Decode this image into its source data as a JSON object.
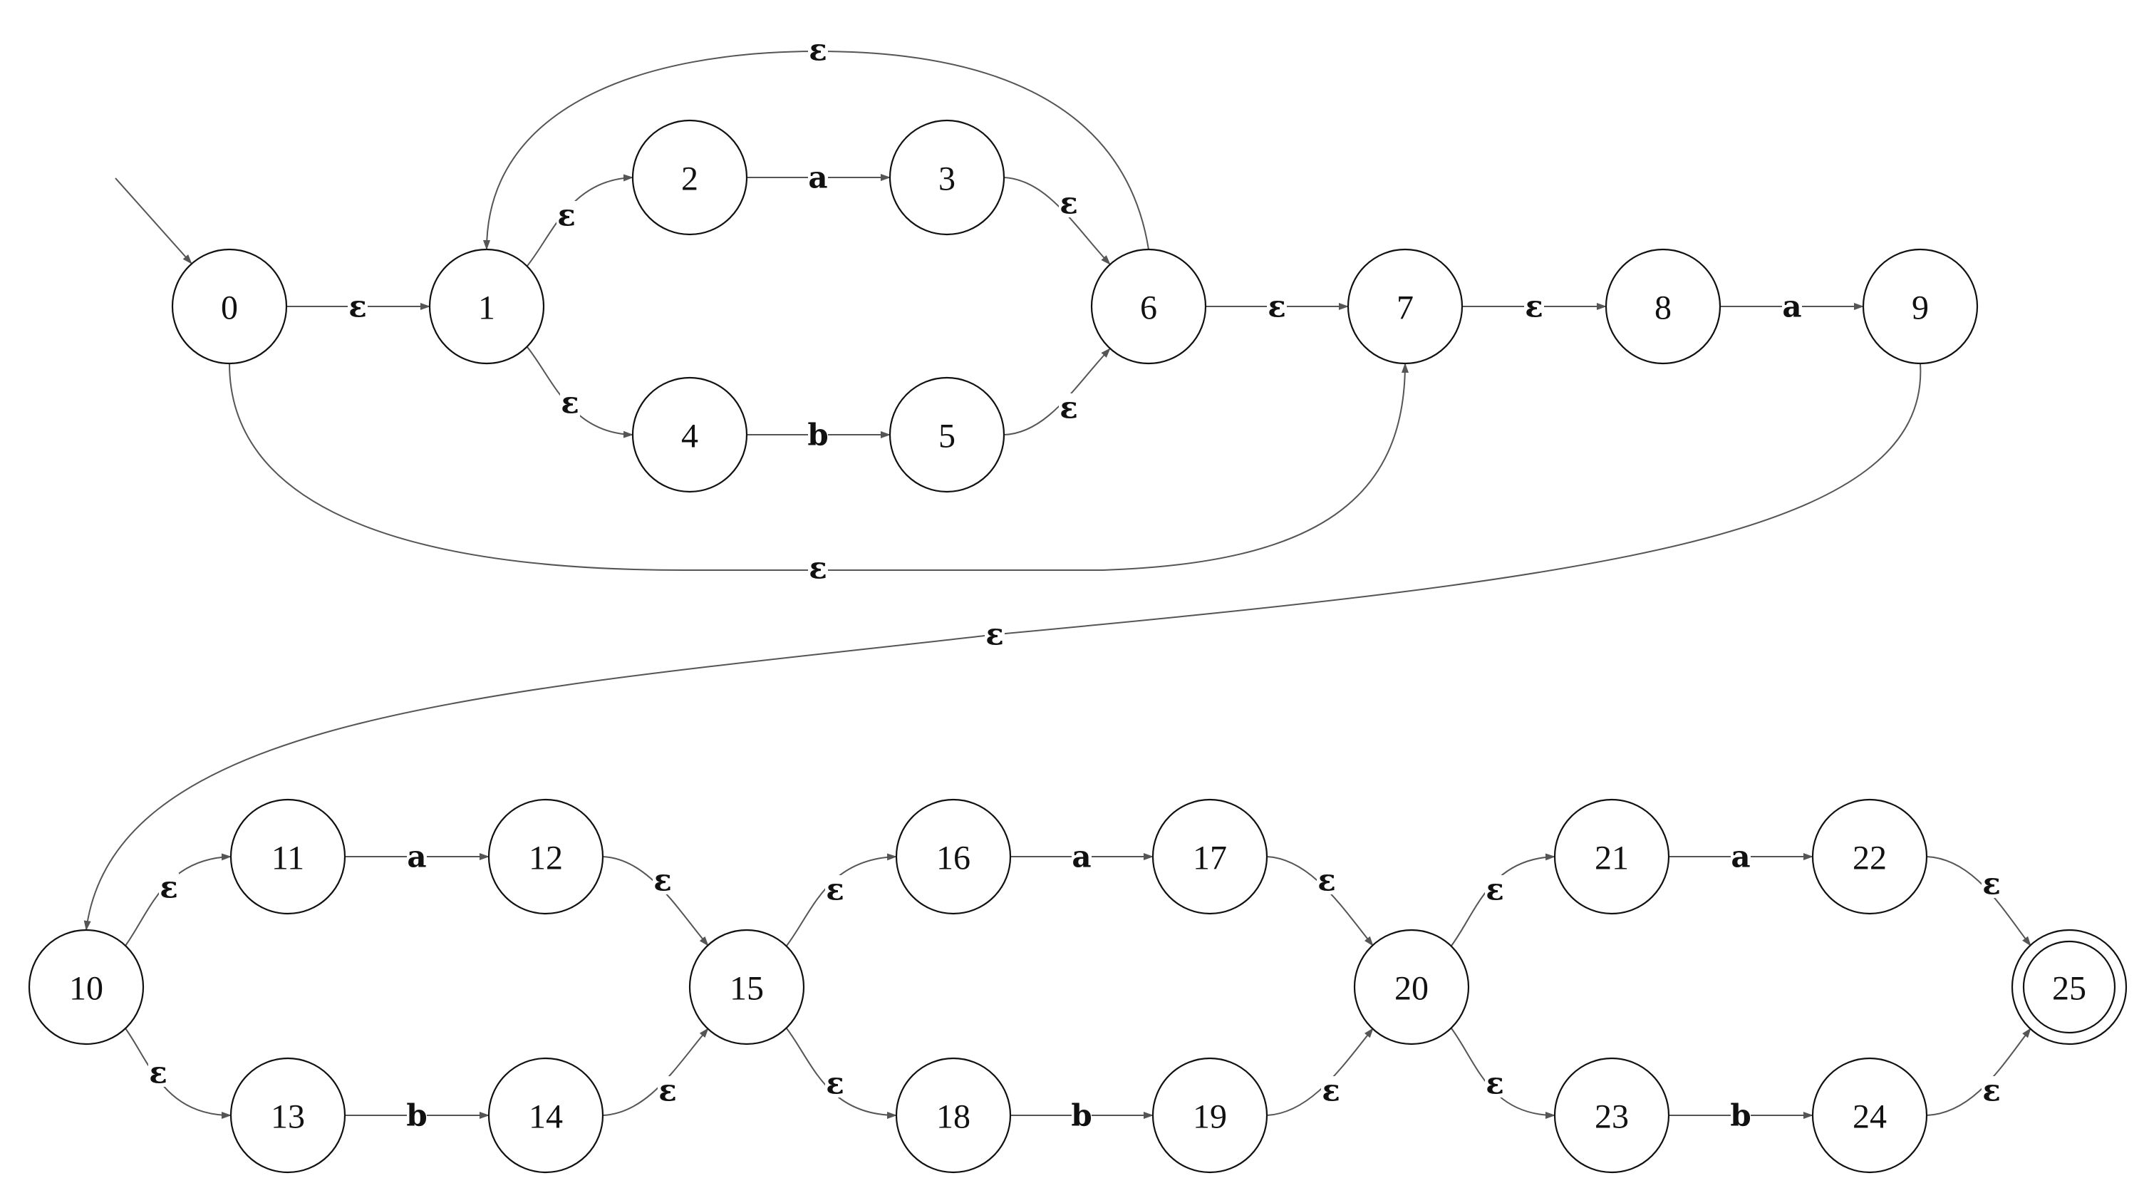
{
  "nfa": {
    "states": [
      {
        "id": "0",
        "label": "0",
        "accepting": false
      },
      {
        "id": "1",
        "label": "1",
        "accepting": false
      },
      {
        "id": "2",
        "label": "2",
        "accepting": false
      },
      {
        "id": "3",
        "label": "3",
        "accepting": false
      },
      {
        "id": "4",
        "label": "4",
        "accepting": false
      },
      {
        "id": "5",
        "label": "5",
        "accepting": false
      },
      {
        "id": "6",
        "label": "6",
        "accepting": false
      },
      {
        "id": "7",
        "label": "7",
        "accepting": false
      },
      {
        "id": "8",
        "label": "8",
        "accepting": false
      },
      {
        "id": "9",
        "label": "9",
        "accepting": false
      },
      {
        "id": "10",
        "label": "10",
        "accepting": false
      },
      {
        "id": "11",
        "label": "11",
        "accepting": false
      },
      {
        "id": "12",
        "label": "12",
        "accepting": false
      },
      {
        "id": "13",
        "label": "13",
        "accepting": false
      },
      {
        "id": "14",
        "label": "14",
        "accepting": false
      },
      {
        "id": "15",
        "label": "15",
        "accepting": false
      },
      {
        "id": "16",
        "label": "16",
        "accepting": false
      },
      {
        "id": "17",
        "label": "17",
        "accepting": false
      },
      {
        "id": "18",
        "label": "18",
        "accepting": false
      },
      {
        "id": "19",
        "label": "19",
        "accepting": false
      },
      {
        "id": "20",
        "label": "20",
        "accepting": false
      },
      {
        "id": "21",
        "label": "21",
        "accepting": false
      },
      {
        "id": "22",
        "label": "22",
        "accepting": false
      },
      {
        "id": "23",
        "label": "23",
        "accepting": false
      },
      {
        "id": "24",
        "label": "24",
        "accepting": false
      },
      {
        "id": "25",
        "label": "25",
        "accepting": true
      }
    ],
    "start_state": "0",
    "transitions": [
      {
        "from": "0",
        "to": "1",
        "symbol": "ε"
      },
      {
        "from": "1",
        "to": "2",
        "symbol": "ε"
      },
      {
        "from": "1",
        "to": "4",
        "symbol": "ε"
      },
      {
        "from": "2",
        "to": "3",
        "symbol": "a"
      },
      {
        "from": "4",
        "to": "5",
        "symbol": "b"
      },
      {
        "from": "3",
        "to": "6",
        "symbol": "ε"
      },
      {
        "from": "5",
        "to": "6",
        "symbol": "ε"
      },
      {
        "from": "6",
        "to": "1",
        "symbol": "ε"
      },
      {
        "from": "6",
        "to": "7",
        "symbol": "ε"
      },
      {
        "from": "0",
        "to": "7",
        "symbol": "ε"
      },
      {
        "from": "7",
        "to": "8",
        "symbol": "ε"
      },
      {
        "from": "8",
        "to": "9",
        "symbol": "a"
      },
      {
        "from": "9",
        "to": "10",
        "symbol": "ε"
      },
      {
        "from": "10",
        "to": "11",
        "symbol": "ε"
      },
      {
        "from": "10",
        "to": "13",
        "symbol": "ε"
      },
      {
        "from": "11",
        "to": "12",
        "symbol": "a"
      },
      {
        "from": "13",
        "to": "14",
        "symbol": "b"
      },
      {
        "from": "12",
        "to": "15",
        "symbol": "ε"
      },
      {
        "from": "14",
        "to": "15",
        "symbol": "ε"
      },
      {
        "from": "15",
        "to": "16",
        "symbol": "ε"
      },
      {
        "from": "15",
        "to": "18",
        "symbol": "ε"
      },
      {
        "from": "16",
        "to": "17",
        "symbol": "a"
      },
      {
        "from": "18",
        "to": "19",
        "symbol": "b"
      },
      {
        "from": "17",
        "to": "20",
        "symbol": "ε"
      },
      {
        "from": "19",
        "to": "20",
        "symbol": "ε"
      },
      {
        "from": "20",
        "to": "21",
        "symbol": "ε"
      },
      {
        "from": "20",
        "to": "23",
        "symbol": "ε"
      },
      {
        "from": "21",
        "to": "22",
        "symbol": "a"
      },
      {
        "from": "23",
        "to": "24",
        "symbol": "b"
      },
      {
        "from": "22",
        "to": "25",
        "symbol": "ε"
      },
      {
        "from": "24",
        "to": "25",
        "symbol": "ε"
      }
    ]
  }
}
